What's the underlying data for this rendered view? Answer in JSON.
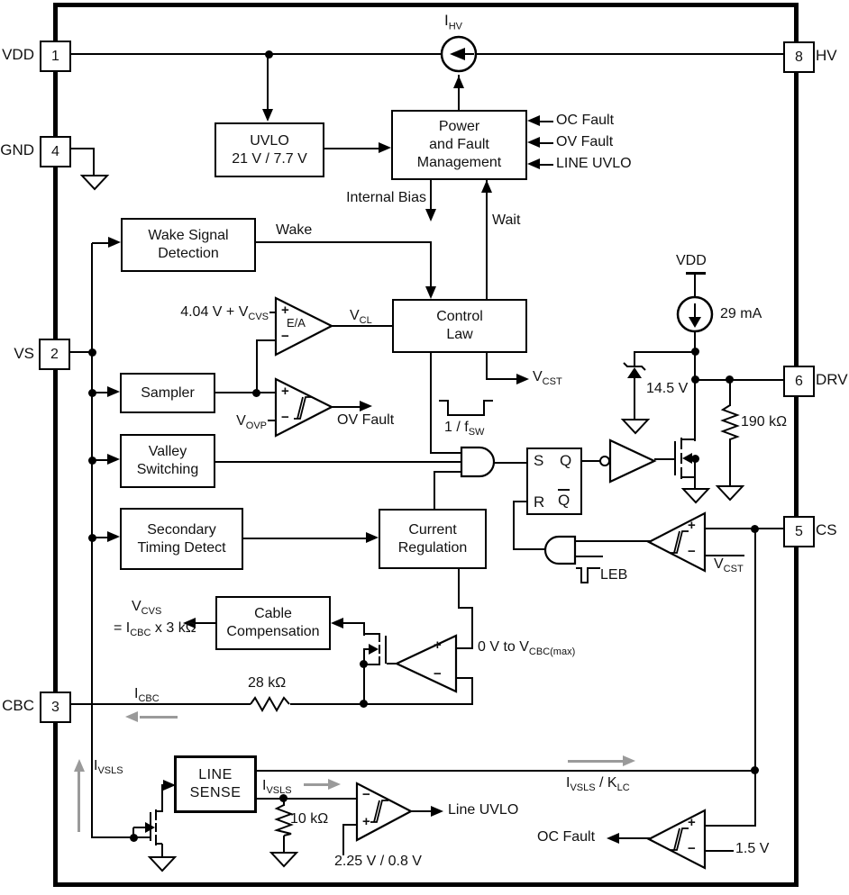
{
  "colors": {
    "line": "#000000",
    "gray_arrow": "#9a9a9a",
    "background": "#ffffff"
  },
  "sym": {
    "plus": "+",
    "minus": "−"
  },
  "pins": {
    "p1": {
      "num": "1",
      "name": "VDD"
    },
    "p4": {
      "num": "4",
      "name": "GND"
    },
    "p2": {
      "num": "2",
      "name": "VS"
    },
    "p3": {
      "num": "3",
      "name": "CBC"
    },
    "p8": {
      "num": "8",
      "name": "HV"
    },
    "p6": {
      "num": "6",
      "name": "DRV"
    },
    "p5": {
      "num": "5",
      "name": "CS"
    }
  },
  "blocks": {
    "uvlo": {
      "l1": "UVLO",
      "l2": "21 V / 7.7 V"
    },
    "pfm": {
      "l1": "Power",
      "l2": "and Fault",
      "l3": "Management"
    },
    "wake": {
      "l1": "Wake Signal",
      "l2": "Detection"
    },
    "control": {
      "l1": "Control",
      "l2": "Law"
    },
    "sampler": {
      "l1": "Sampler"
    },
    "valley": {
      "l1": "Valley",
      "l2": "Switching"
    },
    "std": {
      "l1": "Secondary",
      "l2": "Timing Detect"
    },
    "creg": {
      "l1": "Current",
      "l2": "Regulation"
    },
    "cable": {
      "l1": "Cable",
      "l2": "Compensation"
    },
    "linesense": {
      "l1": "LINE",
      "l2": "SENSE"
    }
  },
  "latch": {
    "s": "S",
    "q": "Q",
    "r": "R",
    "qbar": "Q"
  },
  "labels": {
    "ihv": {
      "p": "I",
      "s": "HV"
    },
    "oc_fault_top": "OC Fault",
    "ov_fault_top": "OV Fault",
    "line_uvlo_top": "LINE UVLO",
    "internal_bias": "Internal Bias",
    "wait": "Wait",
    "wake_sig": "Wake",
    "ea_ref": {
      "p": "4.04 V + V",
      "s": "CVS"
    },
    "ea": "E/A",
    "vcl": {
      "p": "V",
      "s": "CL"
    },
    "vovp": {
      "p": "V",
      "s": "OVP"
    },
    "ov_fault": "OV Fault",
    "vcst_out": {
      "p": "V",
      "s": "CST"
    },
    "fsw": {
      "p": "1 / f",
      "s": "SW"
    },
    "vdd_drv": "VDD",
    "i29": "29 mA",
    "zener": "14.5 V",
    "r190": "190 kΩ",
    "leb": "LEB",
    "vcst_ref": {
      "p": "V",
      "s": "CST"
    },
    "cable_out1": {
      "p": "V",
      "s": "CVS"
    },
    "cable_out2": {
      "p": "= I",
      "s": "CBC",
      "t": " x 3 kΩ"
    },
    "creg_range": {
      "p": "0 V to V",
      "s": "CBC(max)"
    },
    "icbc": {
      "p": "I",
      "s": "CBC"
    },
    "r28": "28 kΩ",
    "ivsls_left": {
      "p": "I",
      "s": "VSLS"
    },
    "ivsls_mid": {
      "p": "I",
      "s": "VSLS"
    },
    "r10": "10 kΩ",
    "uvlo_ref": "2.25 V / 0.8 V",
    "line_uvlo_out": "Line UVLO",
    "ivsls_klc": {
      "p": "I",
      "s": "VSLS",
      "t": " / K",
      "s2": "LC"
    },
    "oc_fault_out": "OC Fault",
    "v15": "1.5 V"
  }
}
